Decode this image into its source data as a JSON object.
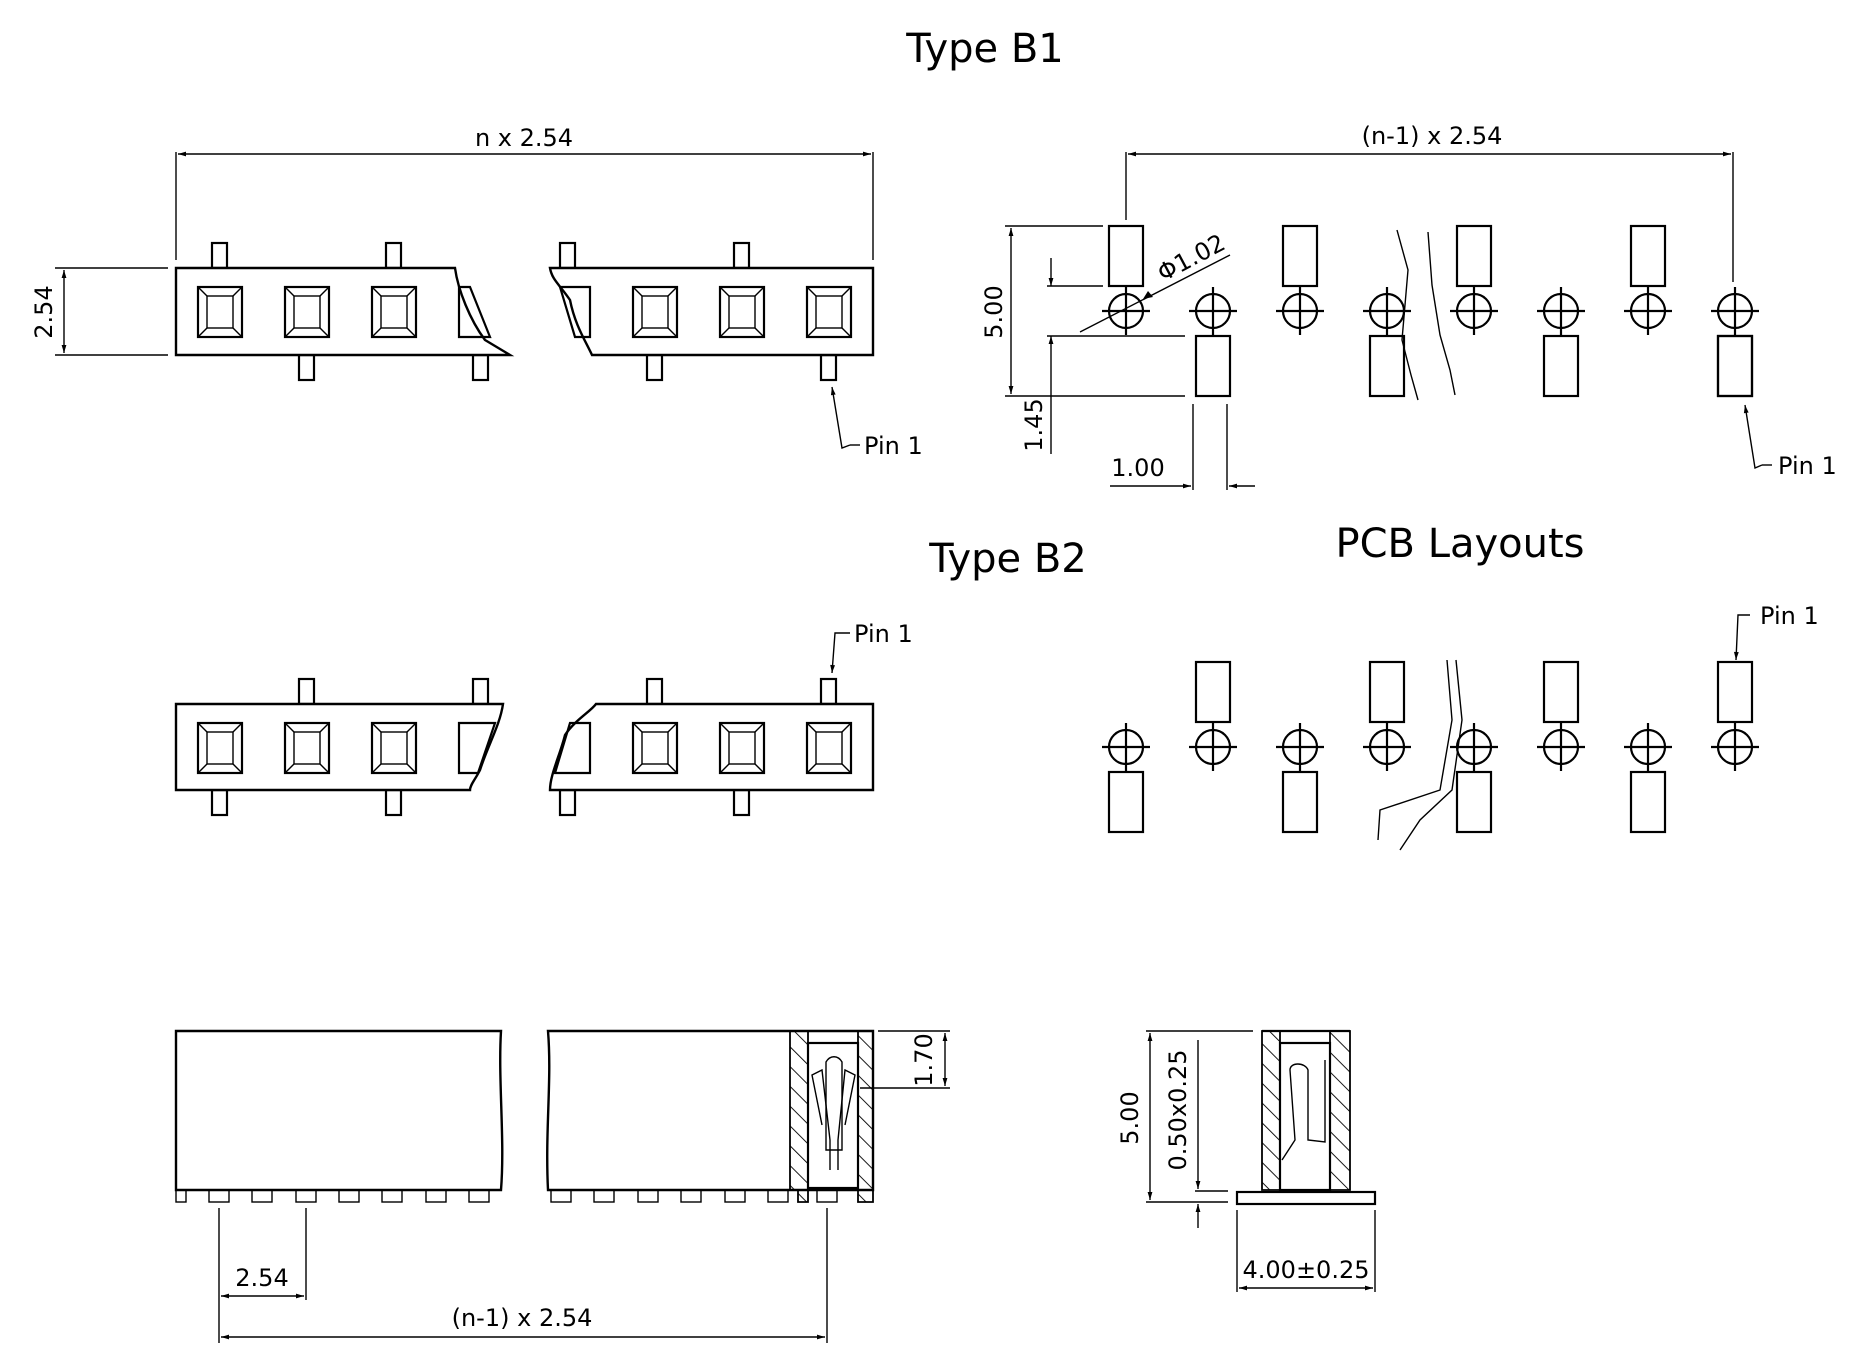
{
  "titles": {
    "type_b1": "Type B1",
    "type_b2": "Type B2",
    "pcb_layouts": "PCB Layouts"
  },
  "b1_top_view": {
    "dim_width": "n x 2.54",
    "dim_height": "2.54",
    "pin1_label": "Pin 1"
  },
  "b1_pcb": {
    "dim_span": "(n-1) x 2.54",
    "dim_hole_dia": "Φ1.02",
    "dim_total_height": "5.00",
    "dim_pad_offset": "1.45",
    "dim_pad_width": "1.00",
    "pin1_label": "Pin 1"
  },
  "b2_top_view": {
    "pin1_label": "Pin 1"
  },
  "b2_pcb": {
    "pin1_label": "Pin 1"
  },
  "side_view": {
    "dim_pitch": "2.54",
    "dim_span": "(n-1) x 2.54",
    "dim_contact_depth": "1.70"
  },
  "end_view": {
    "dim_height": "5.00",
    "dim_standoff": "0.50x0.25",
    "dim_footprint": "4.00±0.25"
  }
}
